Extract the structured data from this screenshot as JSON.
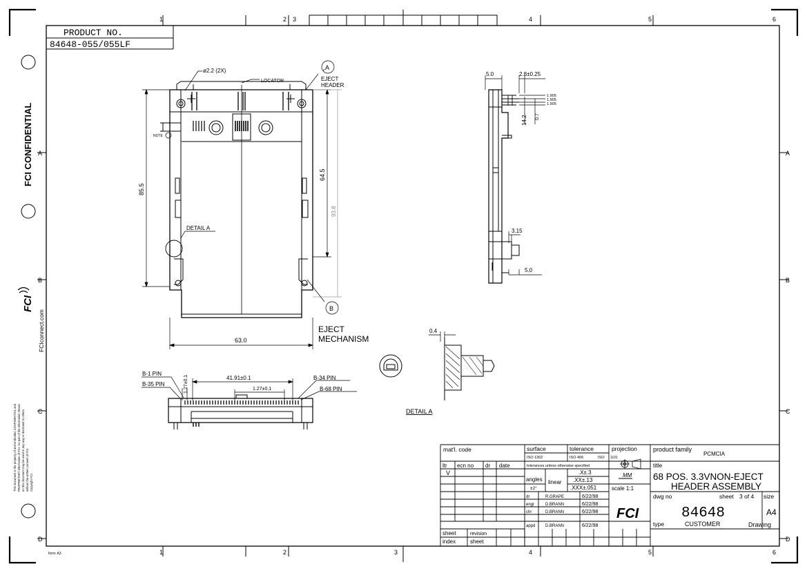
{
  "page_title": "Drawing sheet 84648",
  "border": {
    "cols_top": [
      "1",
      "2",
      "3",
      "4",
      "5",
      "6"
    ],
    "cols_bottom": [
      "1",
      "2",
      "3",
      "4",
      "5",
      "6"
    ],
    "rows": [
      "A",
      "B",
      "C",
      "D"
    ],
    "form": "form: A3"
  },
  "product_no": {
    "label": "PRODUCT NO.",
    "value": "84648-055/055LF"
  },
  "side_band": {
    "confidential": "FCI CONFIDENTIAL",
    "website": "FCIconnect.com",
    "logo": "FCI",
    "notice": [
      "This document is the property of and embodies CONFIDENTIAL and",
      "PROPRIETARY information of FCI. No part of the information shown",
      "on this document may be used in any way or disclosed to others",
      "without the written consent of FCI.",
      "Copyright FCI"
    ]
  },
  "callouts": {
    "hole": "ø2.2 (2X)",
    "locator": "LOCATOR",
    "a_letter": "A",
    "eject_header": [
      "EJECT",
      "HEADER"
    ],
    "note": "NOTE",
    "detail_a_leader": "DETAIL A",
    "b_letter": "B",
    "eject_mech": [
      "EJECT",
      "MECHANISM"
    ],
    "detail_a_title": "DETAIL A",
    "b1": "B-1 PIN",
    "b35": "B-35 PIN",
    "b34": "B-34 PIN",
    "b68": "B-68 PIN"
  },
  "dims": {
    "height": "85.5",
    "inner": "64.5",
    "ref": "93.8",
    "width": "63.0",
    "pitch_total": "41.91±0.1",
    "pitch": "1.27±0.1",
    "pitch_v": "1.27±0.1",
    "side_5": "5.0",
    "side_28": "2.8±0.25",
    "side_1905a": "1.905",
    "side_1905b": "1.905",
    "side_1905c": "1.905",
    "side_07": "0.7",
    "side_142": "14.2",
    "side_315": "3.15",
    "side_5b": "5.0",
    "detail_04": "0.4"
  },
  "title_block": {
    "matl": "mat'l. code",
    "surface": "surface",
    "surface_std": "ISO 1302",
    "tolerance": "tolerance",
    "tol_std": "ISO 406",
    "tol_std2": "ISO",
    "projection": "projection",
    "proj_std": "1101",
    "rev_headers": [
      "ltr",
      "ecn no",
      "dr",
      "date"
    ],
    "rev_letter": "V",
    "tol_note": "tolerances unless otherwise specified",
    "angles": "angles",
    "angle_tol": "±2°",
    "linear": "linear",
    "lin_x": ".X±.3",
    "lin_xx": ".XX±.13",
    "lin_xxx": ".XXX±.051",
    "units": "MM",
    "scale": "scale 1:1",
    "signoffs": [
      {
        "role": "dr",
        "name": "R.GRAPE",
        "date": "6/22/98"
      },
      {
        "role": "engr",
        "name": "D.BRANN",
        "date": "6/22/98"
      },
      {
        "role": "chr",
        "name": "D.BRANN",
        "date": "6/22/98"
      },
      {
        "role": "appd",
        "name": "D.BRANN",
        "date": "6/22/98"
      }
    ],
    "logo": "FCI",
    "sheet_index": [
      "sheet",
      "index"
    ],
    "revision_sheet": [
      "revision",
      "sheet"
    ],
    "product_family_label": "product family",
    "product_family": "PCMCIA",
    "title_label": "title",
    "title_line1": "68 POS. 3.3VNON-EJECT",
    "title_line2": "HEADER ASSEMBLY",
    "dwg_no_label": "dwg no",
    "sheet_label": "sheet",
    "sheet_of": "3 of 4",
    "size_label": "size",
    "dwg_no": "84648",
    "size": "A4",
    "type_label": "type",
    "type": "CUSTOMER",
    "drawing": "Drawing"
  }
}
